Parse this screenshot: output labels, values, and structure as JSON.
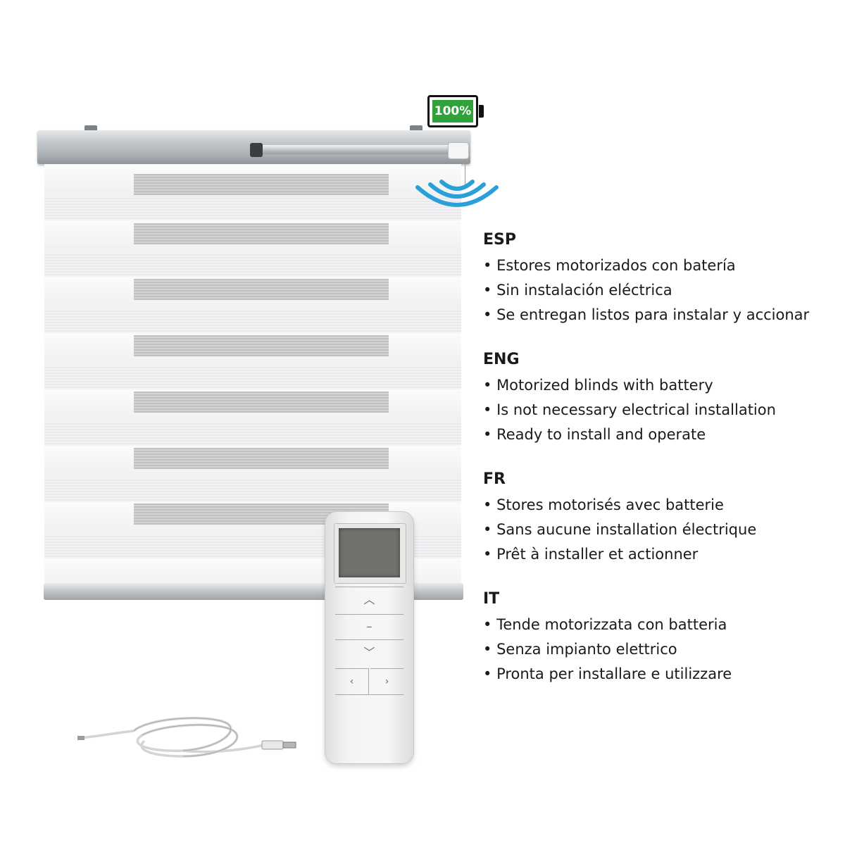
{
  "battery": {
    "label": "100%",
    "level": 1.0,
    "color": "#2fa33a"
  },
  "remote": {
    "buttons": {
      "up": "︿",
      "stop": "–",
      "down": "﹀",
      "left": "‹",
      "right": "›"
    }
  },
  "languages": [
    {
      "code": "ESP",
      "lines": [
        "Estores motorizados con batería",
        "Sin instalación eléctrica",
        "Se entregan listos para instalar y accionar"
      ]
    },
    {
      "code": "ENG",
      "lines": [
        "Motorized blinds with battery",
        "Is not necessary electrical installation",
        "Ready to install and operate"
      ]
    },
    {
      "code": "FR",
      "lines": [
        "Stores motorisés avec batterie",
        "Sans aucune installation électrique",
        "Prêt à installer et actionner"
      ]
    },
    {
      "code": "IT",
      "lines": [
        "Tende motorizzata con batteria",
        "Senza impianto elettrico",
        "Pronta per installare e utilizzare"
      ]
    }
  ],
  "icons": [
    "battery-icon",
    "wireless-signal-icon",
    "remote-control",
    "usb-cable"
  ],
  "colors": {
    "signal": "#2a9fd8",
    "battery_fill": "#2fa33a"
  }
}
